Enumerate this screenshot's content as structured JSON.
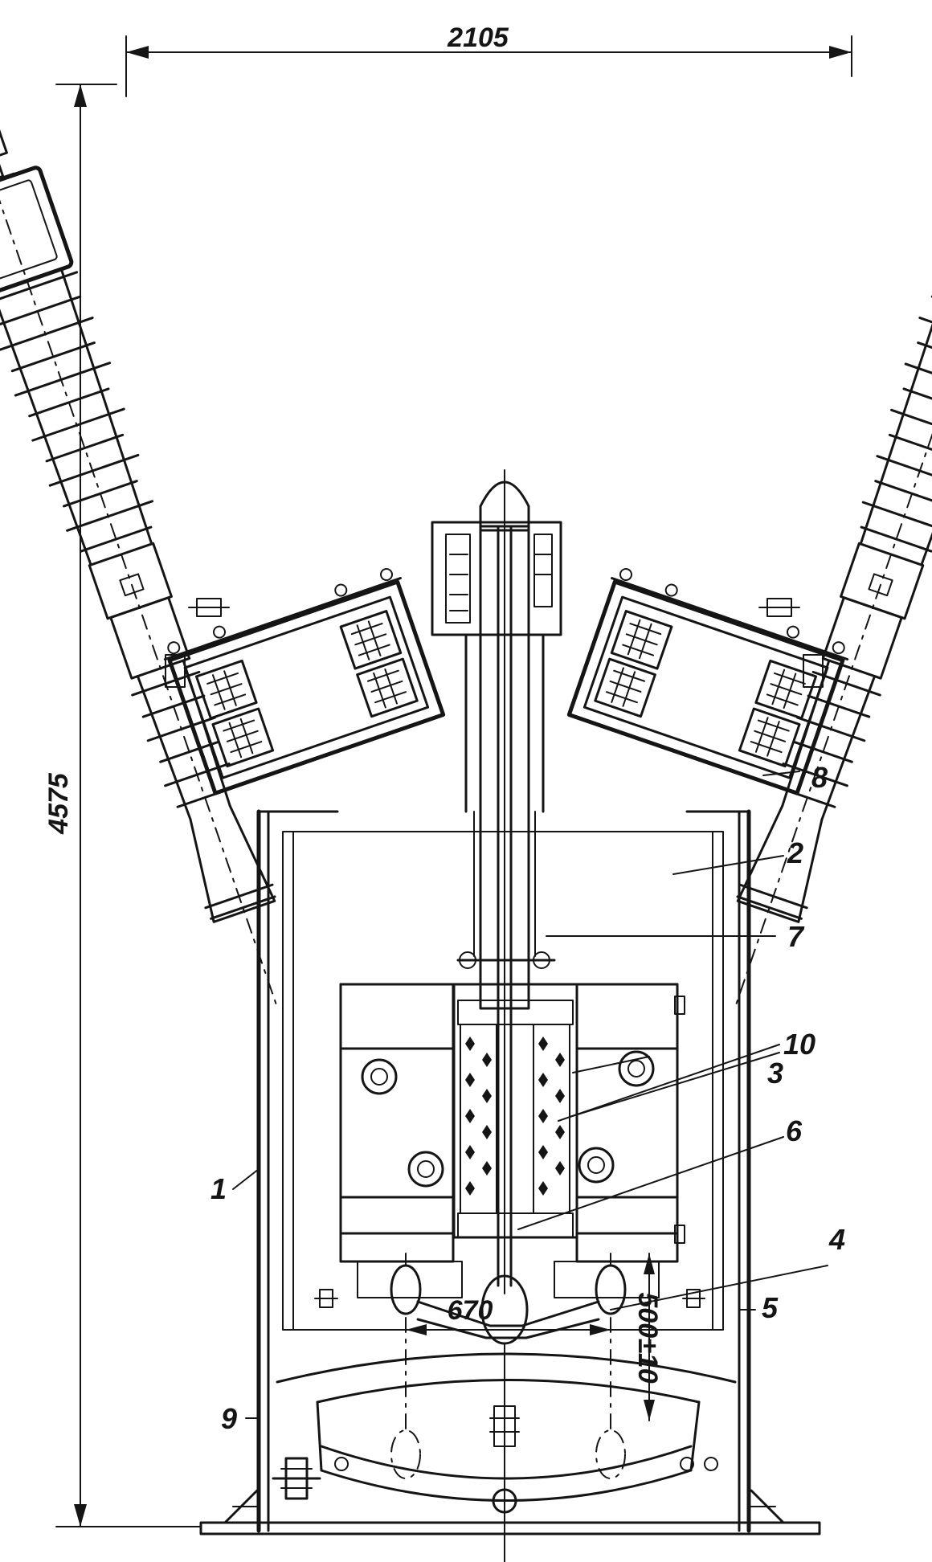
{
  "dimensions": {
    "width_top": "2105",
    "height_total": "4575",
    "spacing_bottom": "670",
    "clearance_right": "500±10"
  },
  "callouts": [
    "1",
    "2",
    "3",
    "4",
    "5",
    "6",
    "7",
    "8",
    "9",
    "10"
  ],
  "colors": {
    "ink": "#151515",
    "paper": "#ffffff"
  }
}
